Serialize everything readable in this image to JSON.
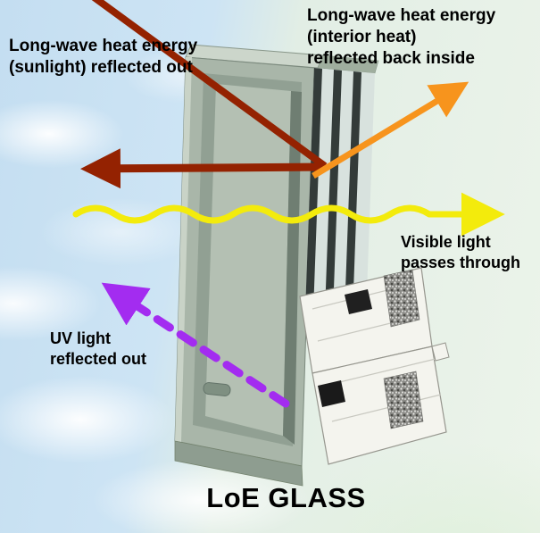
{
  "title": "LoE GLASS",
  "labels": {
    "sunlight_reflected": "Long-wave heat energy\n(sunlight) reflected out",
    "interior_heat_reflected": "Long-wave heat energy\n(interior heat)\nreflected back inside",
    "visible_light": "Visible light\npasses through",
    "uv_reflected": "UV light\nreflected out"
  },
  "colors": {
    "sunlight_arrow": "#942201",
    "interior_heat_arrow": "#f7941d",
    "visible_light_arrow": "#f3eb0c",
    "uv_arrow": "#a32cf0"
  }
}
